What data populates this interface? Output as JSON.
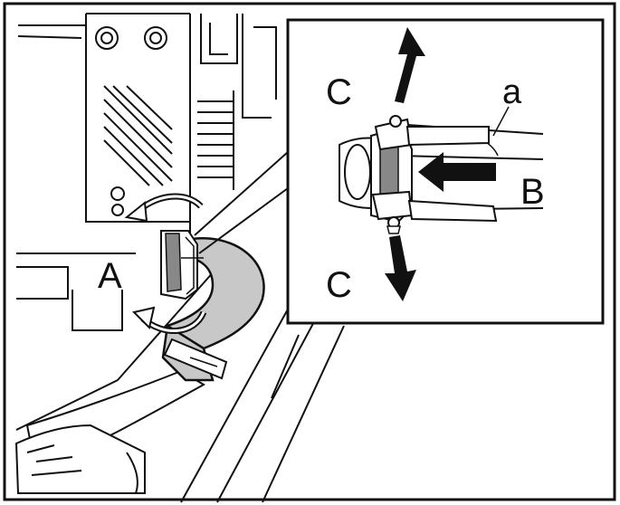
{
  "labels": {
    "A": "A",
    "B": "B",
    "C_top": "C",
    "C_bottom": "C",
    "a": "a"
  },
  "colors": {
    "line": "#111111",
    "hose_fill": "#c8c8c8",
    "clamp_fill": "#888888",
    "background": "#ffffff"
  },
  "icons": {
    "rotate_top": "curved-arrow-icon",
    "rotate_bottom": "curved-arrow-icon",
    "push_arrow": "arrow-left-icon",
    "pull_up_arrow": "arrow-up-icon",
    "pull_down_arrow": "arrow-down-icon"
  }
}
